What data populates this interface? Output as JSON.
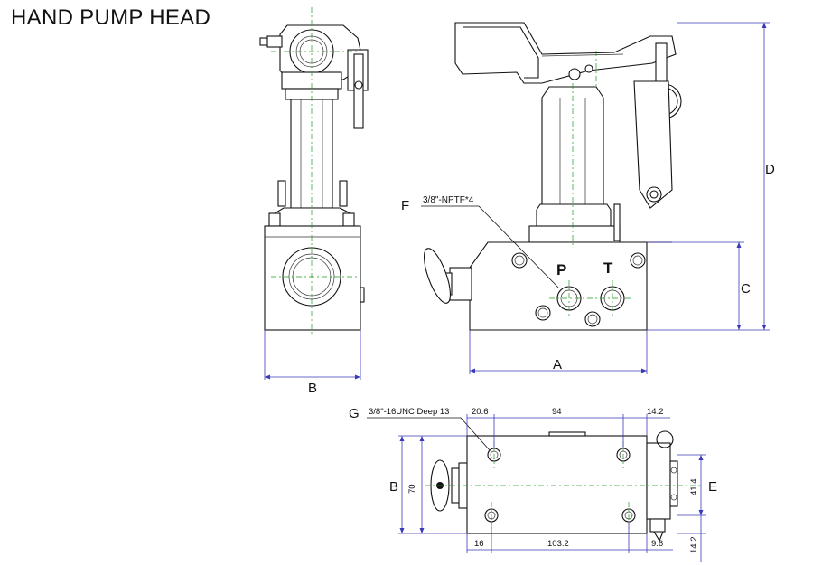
{
  "title": "HAND PUMP HEAD",
  "labels": {
    "a": "A",
    "b_side": "B",
    "b_bottom": "B",
    "c": "C",
    "d": "D",
    "e": "E",
    "f": "F",
    "g": "G",
    "p": "P",
    "t": "T"
  },
  "notes": {
    "f_callout": "3/8\"-NPTF*4",
    "g_callout": "3/8\"-16UNC Deep 13"
  },
  "dims": {
    "d20_6": "20.6",
    "d94": "94",
    "d14_2_top": "14.2",
    "d70": "70",
    "d41_4": "41.4",
    "d16": "16",
    "d103_2": "103.2",
    "d9_6": "9.6",
    "d14_2_side": "14.2"
  },
  "colors": {
    "outline": "#111111",
    "dimension": "#3a3ab8",
    "centerline": "#1a9a1a"
  }
}
